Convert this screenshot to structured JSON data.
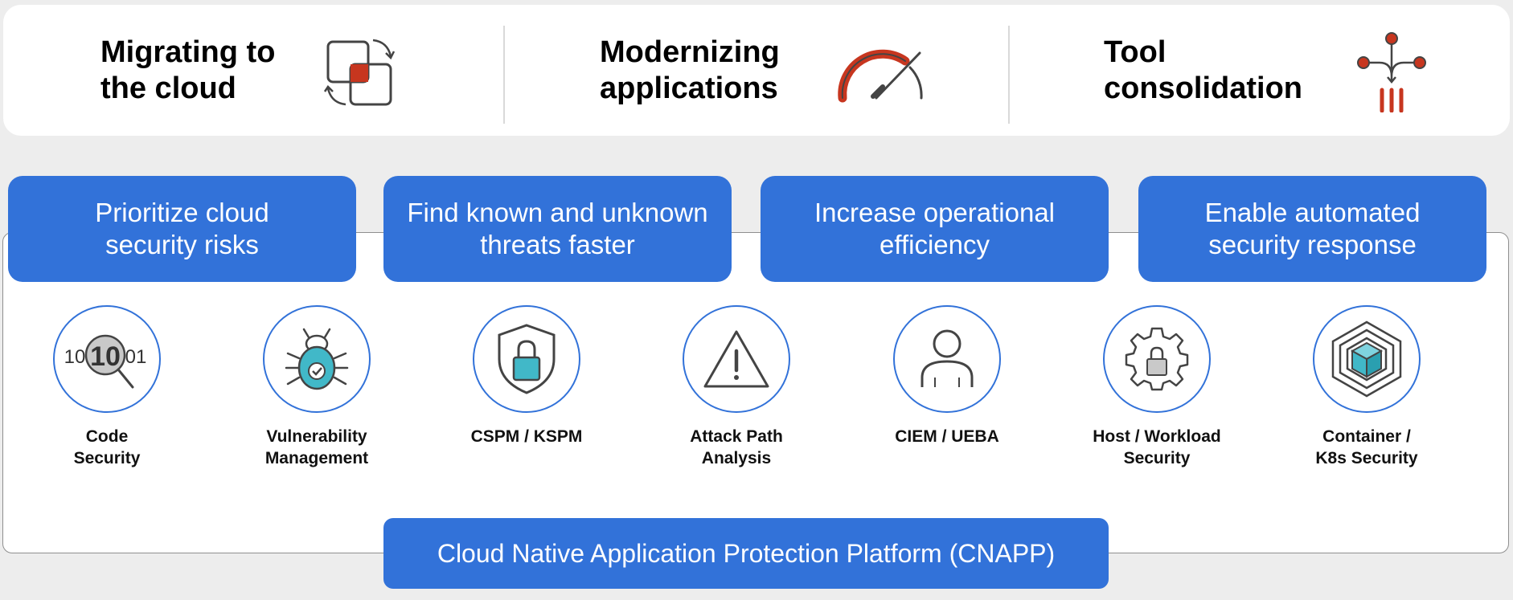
{
  "drivers": [
    {
      "label": "Migrating to\nthe cloud",
      "icon": "cloud-migration-icon"
    },
    {
      "label": "Modernizing\napplications",
      "icon": "speedometer-icon"
    },
    {
      "label": "Tool\nconsolidation",
      "icon": "consolidation-icon"
    }
  ],
  "goals": [
    "Prioritize cloud\nsecurity risks",
    "Find known and unknown\nthreats faster",
    "Increase operational\nefficiency",
    "Enable automated\nsecurity response"
  ],
  "capabilities": [
    {
      "label": "Code\nSecurity",
      "icon": "binary-magnifier-icon"
    },
    {
      "label": "Vulnerability\nManagement",
      "icon": "bug-icon"
    },
    {
      "label": "CSPM / KSPM",
      "icon": "shield-lock-icon"
    },
    {
      "label": "Attack Path\nAnalysis",
      "icon": "warning-triangle-icon"
    },
    {
      "label": "CIEM / UEBA",
      "icon": "user-icon"
    },
    {
      "label": "Host / Workload\nSecurity",
      "icon": "gear-lock-icon"
    },
    {
      "label": "Container /\nK8s Security",
      "icon": "container-cube-icon"
    }
  ],
  "icon_glyphs": {
    "binary_left": "10",
    "binary_center": "10",
    "binary_right": "01"
  },
  "platform": {
    "label": "Cloud Native Application Protection Platform (CNAPP)"
  },
  "colors": {
    "accent_blue": "#3272d9",
    "accent_red": "#c7361f",
    "teal": "#41b8c8",
    "dark_icon": "#444444"
  }
}
